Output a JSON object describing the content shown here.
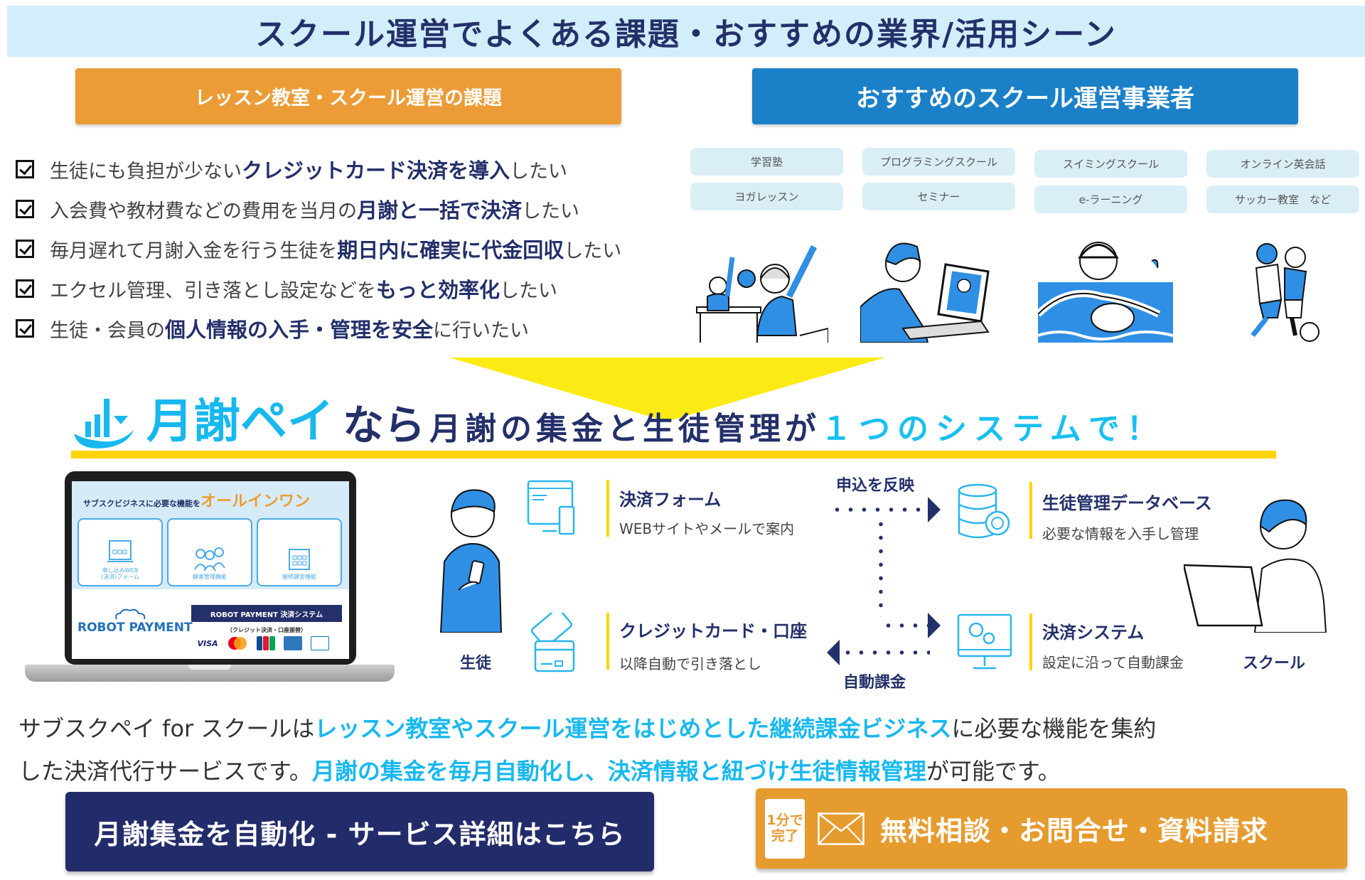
{
  "header": {
    "title": "スクール運営でよくある課題・おすすめの業界/活用シーン"
  },
  "sections": {
    "challenges_label": "レッスン教室・スクール運営の課題",
    "recommended_label": "おすすめのスクール運営事業者"
  },
  "checklist": [
    {
      "pre": "生徒にも負担が少ない",
      "em": "クレジットカード決済を導入",
      "post": "したい"
    },
    {
      "pre": "入会費や教材費などの費用を当月の",
      "em": "月謝と一括で決済",
      "post": "したい"
    },
    {
      "pre": "毎月遅れて月謝入金を行う生徒を",
      "em": "期日内に確実に代金回収",
      "post": "したい"
    },
    {
      "pre": "エクセル管理、引き落とし設定などを",
      "em": "もっと効率化",
      "post": "したい"
    },
    {
      "pre": "生徒・会員の",
      "em": "個人情報の入手・管理を安全",
      "post": "に行いたい"
    }
  ],
  "tags": {
    "row1": [
      "学習塾",
      "プログラミングスクール",
      "スイミングスクール",
      "オンライン英会話"
    ],
    "row2": [
      "ヨガレッスン",
      "セミナー",
      "e-ラーニング",
      "サッカー教室　など"
    ]
  },
  "illustrations": [
    "classroom-illustration",
    "online-lesson-illustration",
    "swimming-illustration",
    "soccer-illustration"
  ],
  "headline": {
    "brand": "月謝ペイ",
    "nara": "なら",
    "middle": "月謝の集金と生徒管理が",
    "accent": "１つのシステムで！"
  },
  "laptop": {
    "title_small": "サブスクビジネスに必要な機能を",
    "title_big": "オールインワン",
    "cards": [
      "申し込みWEB\n(決済)フォーム",
      "顧客管理機能",
      "継続課金機能"
    ],
    "logo": "ROBOT PAYMENT",
    "system_label": "ROBOT PAYMENT 決済システム",
    "system_sub": "（クレジット決済・口座振替）",
    "card_brands": [
      "VISA",
      "Mastercard",
      "JCB",
      "AMEX",
      "Diners Club"
    ]
  },
  "flow": {
    "student_label": "生徒",
    "school_label": "スクール",
    "reflect_label": "申込を反映",
    "auto_billing_label": "自動課金",
    "steps": [
      {
        "title": "決済フォーム",
        "desc": "WEBサイトやメールで案内"
      },
      {
        "title": "クレジットカード・口座",
        "desc": "以降自動で引き落とし"
      },
      {
        "title": "生徒管理データベース",
        "desc": "必要な情報を入手し管理"
      },
      {
        "title": "決済システム",
        "desc": "設定に沿って自動課金"
      }
    ]
  },
  "description": {
    "l1_a": "サブスクペイ for スクールは",
    "l1_hi": "レッスン教室やスクール運営をはじめとした継続課金ビジネス",
    "l1_b": "に必要な機能を集約",
    "l2_a": "した決済代行サービスです。",
    "l2_hi": "月謝の集金を毎月自動化し、決済情報と紐づけ生徒情報管理",
    "l2_b": "が可能です。"
  },
  "cta": {
    "service_details": "月謝集金を自動化 - サービス詳細はこちら",
    "badge_line1": "1分で",
    "badge_line2": "完了",
    "contact": "無料相談・お問合せ・資料請求"
  },
  "colors": {
    "navy": "#24306a",
    "cyan": "#18b8ef",
    "orange": "#ec9c37",
    "blue": "#1a80c8",
    "yellow": "#ffd400",
    "header_bg": "#d2eefa",
    "tag_bg": "#daeef6"
  }
}
